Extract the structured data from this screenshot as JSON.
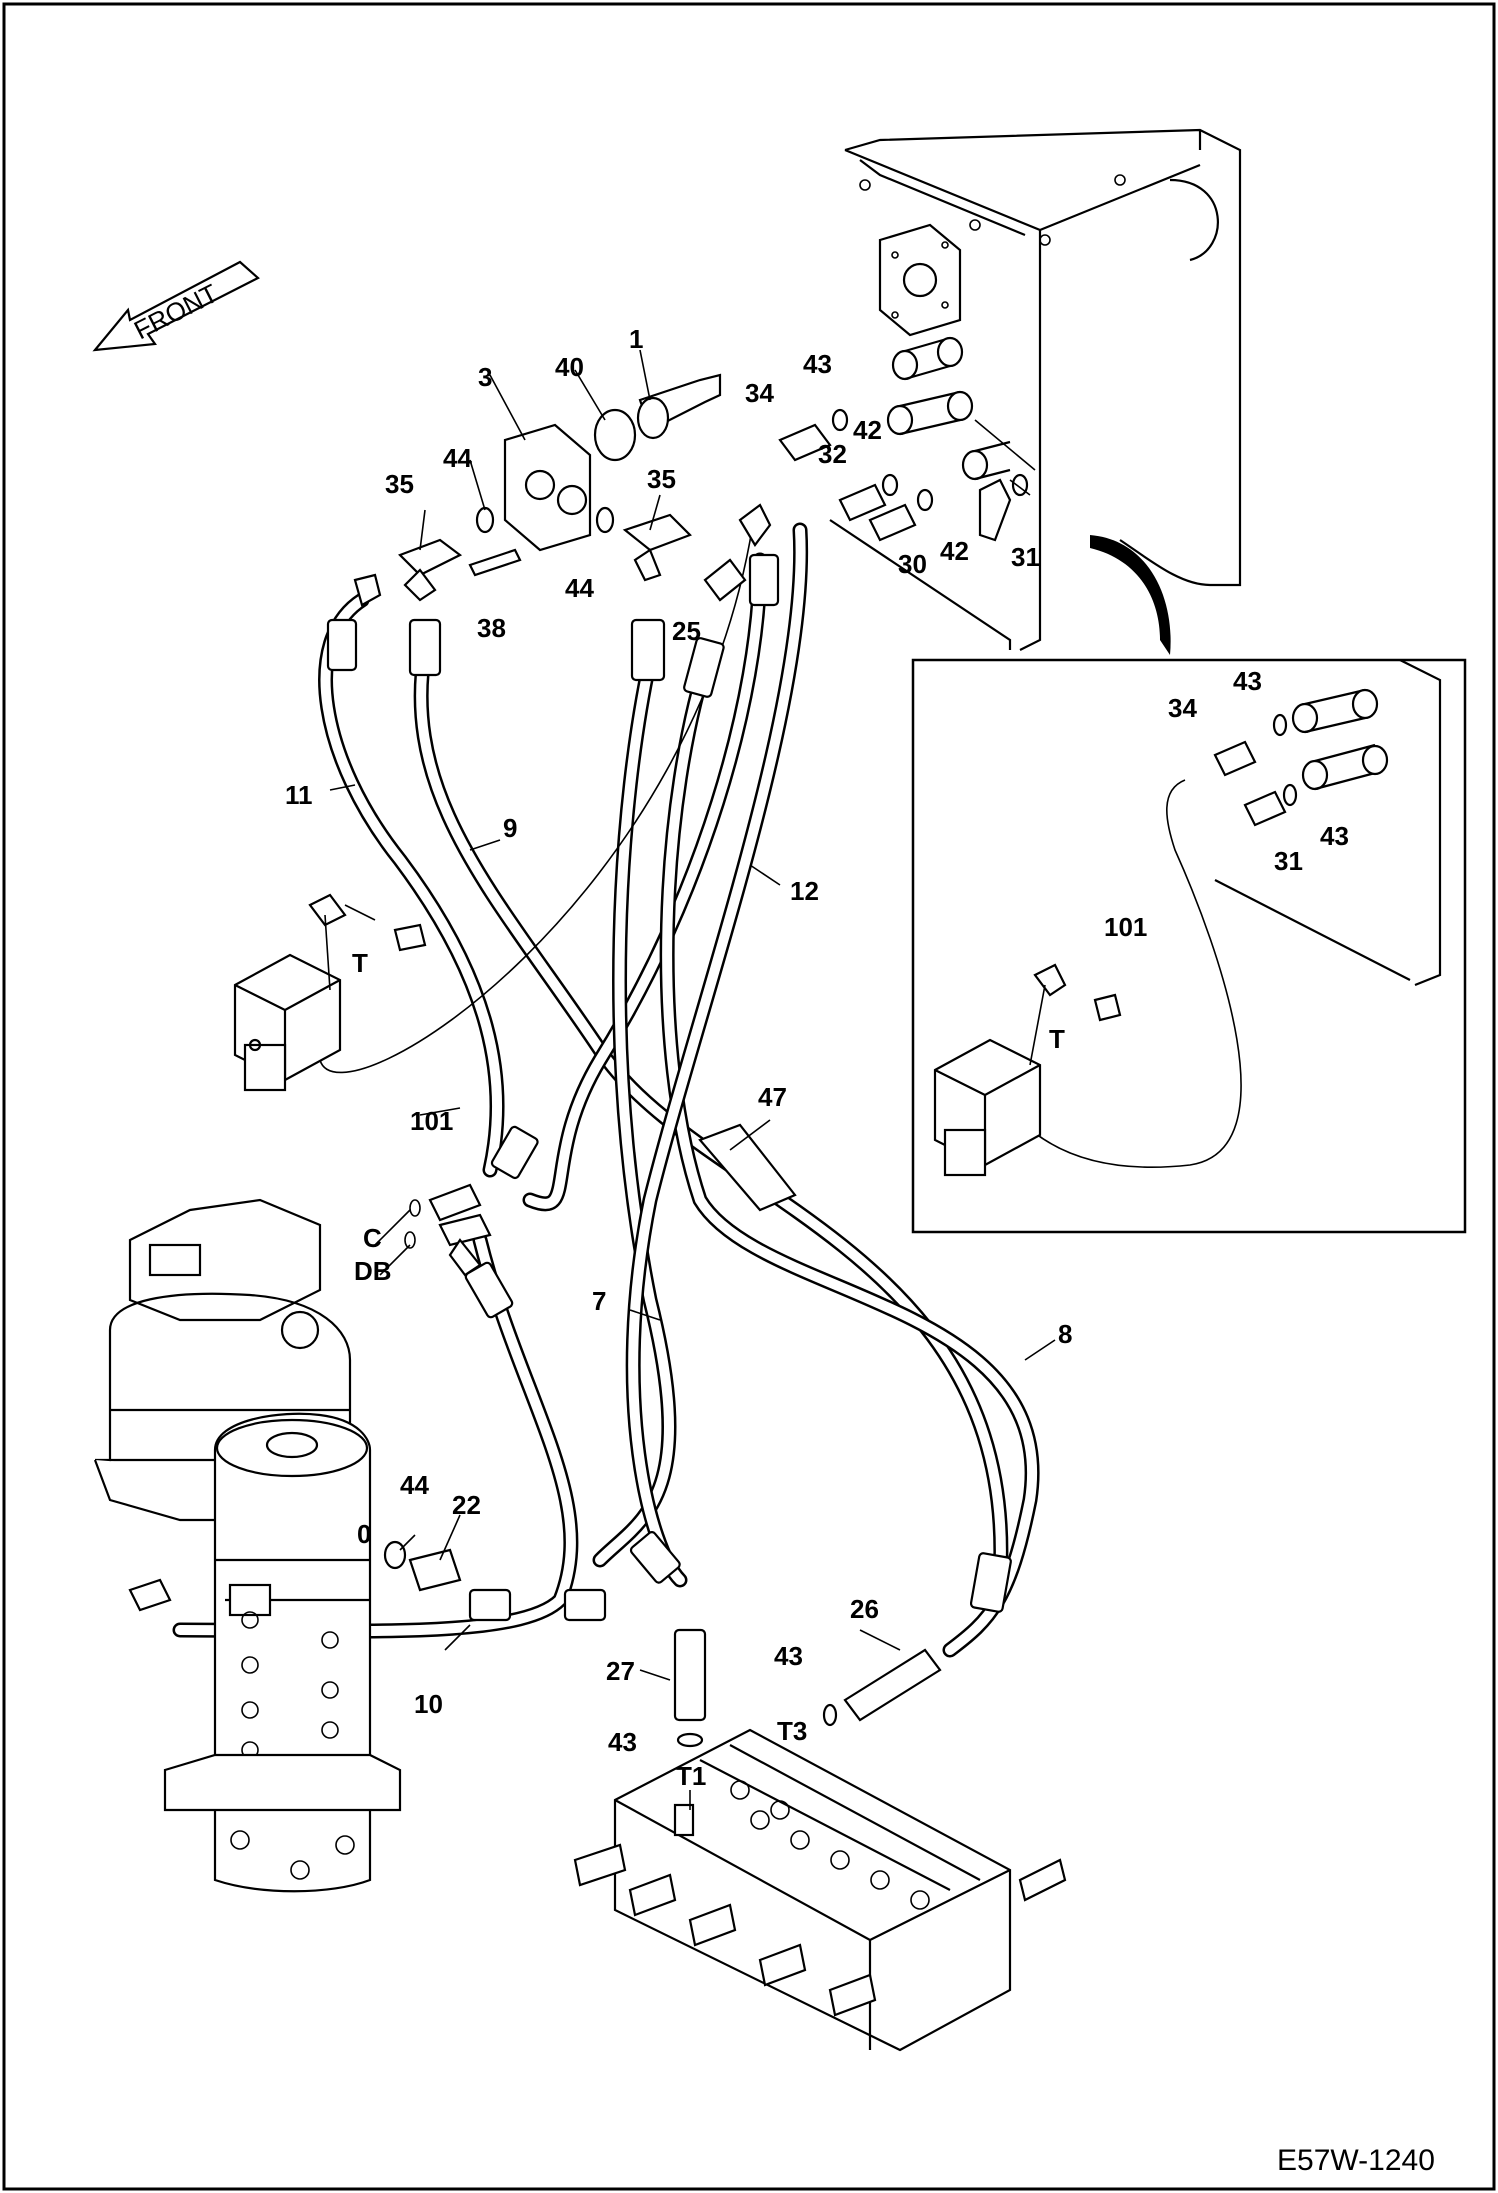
{
  "figure_id": "E57W-1240",
  "front_label": "FRONT",
  "main_callouts": {
    "c1": "1",
    "c3": "3",
    "c40": "40",
    "c43a": "43",
    "c34": "34",
    "c44a": "44",
    "c35a": "35",
    "c35b": "35",
    "c32": "32",
    "c42a": "42",
    "c42b": "42",
    "c30": "30",
    "c31": "31",
    "c38": "38",
    "c44b": "44",
    "c25": "25",
    "c11": "11",
    "c9": "9",
    "c12": "12",
    "cT": "T",
    "c101": "101",
    "c47": "47",
    "cC": "C",
    "cDB": "DB",
    "c7": "7",
    "c8": "8",
    "c44c": "44",
    "c0": "0",
    "c22": "22",
    "c10": "10",
    "c26": "26",
    "c27": "27",
    "c43b": "43",
    "c43c": "43",
    "cT3": "T3",
    "cT1": "T1"
  },
  "inset_callouts": {
    "c43a": "43",
    "c34": "34",
    "c43b": "43",
    "c31": "31",
    "c101": "101",
    "cT": "T"
  }
}
